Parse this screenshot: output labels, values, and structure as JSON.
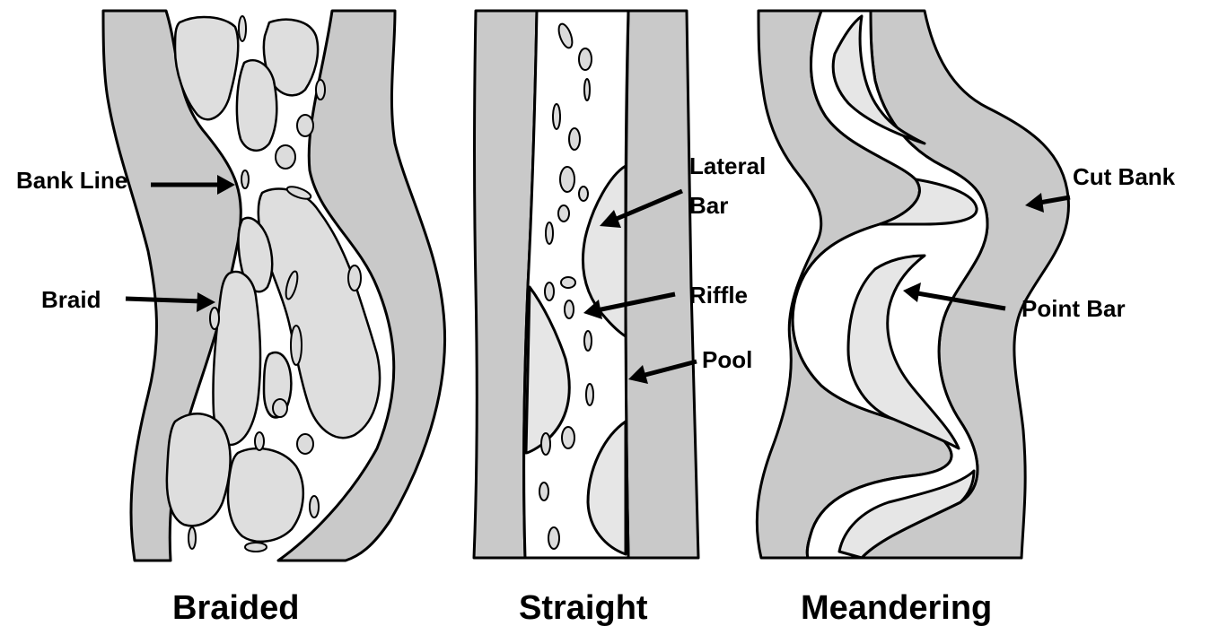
{
  "panels": {
    "braided": {
      "title": "Braided",
      "labels": {
        "bank_line": "Bank Line",
        "braid": "Braid"
      }
    },
    "straight": {
      "title": "Straight",
      "labels": {
        "lateral_bar_1": "Lateral",
        "lateral_bar_2": "Bar",
        "riffle": "Riffle",
        "pool": "Pool"
      }
    },
    "meandering": {
      "title": "Meandering",
      "labels": {
        "cut_bank": "Cut Bank",
        "point_bar": "Point Bar"
      }
    }
  },
  "colors": {
    "bank": "#c9c9c9",
    "bar": "#e6e6e6",
    "water": "#ffffff",
    "outline": "#000000"
  }
}
